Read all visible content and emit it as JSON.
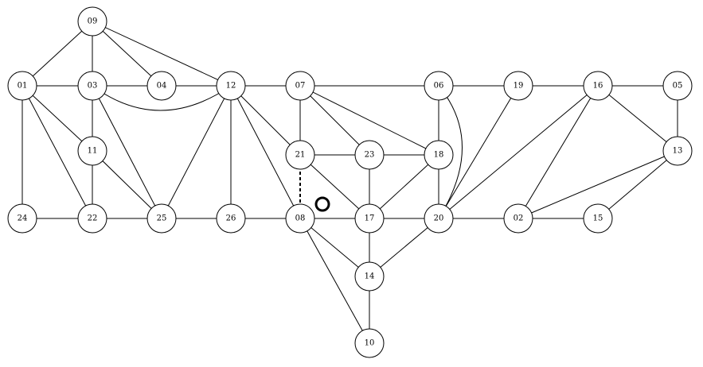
{
  "graph": {
    "colors": {
      "stroke": "#000000",
      "node_fill": "#ffffff",
      "background": "#ffffff"
    },
    "nodes": [
      {
        "id": "09",
        "label": "09"
      },
      {
        "id": "01",
        "label": "01"
      },
      {
        "id": "03",
        "label": "03"
      },
      {
        "id": "04",
        "label": "04"
      },
      {
        "id": "12",
        "label": "12"
      },
      {
        "id": "07",
        "label": "07"
      },
      {
        "id": "06",
        "label": "06"
      },
      {
        "id": "19",
        "label": "19"
      },
      {
        "id": "16",
        "label": "16"
      },
      {
        "id": "05",
        "label": "05"
      },
      {
        "id": "11",
        "label": "11"
      },
      {
        "id": "21",
        "label": "21"
      },
      {
        "id": "23",
        "label": "23"
      },
      {
        "id": "18",
        "label": "18"
      },
      {
        "id": "13",
        "label": "13"
      },
      {
        "id": "24",
        "label": "24"
      },
      {
        "id": "22",
        "label": "22"
      },
      {
        "id": "25",
        "label": "25"
      },
      {
        "id": "26",
        "label": "26"
      },
      {
        "id": "08",
        "label": "08"
      },
      {
        "id": "17",
        "label": "17"
      },
      {
        "id": "20",
        "label": "20"
      },
      {
        "id": "02",
        "label": "02"
      },
      {
        "id": "15",
        "label": "15"
      },
      {
        "id": "14",
        "label": "14"
      },
      {
        "id": "10",
        "label": "10"
      }
    ],
    "edges": [
      {
        "from": "09",
        "to": "01"
      },
      {
        "from": "09",
        "to": "03"
      },
      {
        "from": "09",
        "to": "04"
      },
      {
        "from": "09",
        "to": "12"
      },
      {
        "from": "01",
        "to": "03"
      },
      {
        "from": "01",
        "to": "11"
      },
      {
        "from": "01",
        "to": "22"
      },
      {
        "from": "01",
        "to": "24"
      },
      {
        "from": "03",
        "to": "04"
      },
      {
        "from": "04",
        "to": "12"
      },
      {
        "from": "03",
        "to": "11"
      },
      {
        "from": "03",
        "to": "25"
      },
      {
        "from": "03",
        "to": "12",
        "curved": true
      },
      {
        "from": "11",
        "to": "22"
      },
      {
        "from": "11",
        "to": "25"
      },
      {
        "from": "12",
        "to": "07"
      },
      {
        "from": "12",
        "to": "25"
      },
      {
        "from": "12",
        "to": "26"
      },
      {
        "from": "12",
        "to": "21"
      },
      {
        "from": "12",
        "to": "08"
      },
      {
        "from": "24",
        "to": "22"
      },
      {
        "from": "22",
        "to": "25"
      },
      {
        "from": "25",
        "to": "26"
      },
      {
        "from": "26",
        "to": "08"
      },
      {
        "from": "07",
        "to": "06"
      },
      {
        "from": "07",
        "to": "21"
      },
      {
        "from": "07",
        "to": "23"
      },
      {
        "from": "07",
        "to": "18"
      },
      {
        "from": "21",
        "to": "23"
      },
      {
        "from": "21",
        "to": "17"
      },
      {
        "from": "21",
        "to": "08",
        "dashed": true
      },
      {
        "from": "23",
        "to": "18"
      },
      {
        "from": "23",
        "to": "17"
      },
      {
        "from": "06",
        "to": "19"
      },
      {
        "from": "06",
        "to": "18"
      },
      {
        "from": "06",
        "to": "20",
        "curved": true
      },
      {
        "from": "19",
        "to": "16"
      },
      {
        "from": "19",
        "to": "20"
      },
      {
        "from": "16",
        "to": "05"
      },
      {
        "from": "16",
        "to": "13"
      },
      {
        "from": "16",
        "to": "20"
      },
      {
        "from": "16",
        "to": "02"
      },
      {
        "from": "05",
        "to": "13"
      },
      {
        "from": "13",
        "to": "02"
      },
      {
        "from": "13",
        "to": "15"
      },
      {
        "from": "18",
        "to": "17"
      },
      {
        "from": "18",
        "to": "20"
      },
      {
        "from": "08",
        "to": "17"
      },
      {
        "from": "08",
        "to": "14"
      },
      {
        "from": "08",
        "to": "10"
      },
      {
        "from": "17",
        "to": "20"
      },
      {
        "from": "17",
        "to": "14"
      },
      {
        "from": "20",
        "to": "14"
      },
      {
        "from": "20",
        "to": "02"
      },
      {
        "from": "02",
        "to": "15"
      },
      {
        "from": "14",
        "to": "10"
      }
    ],
    "marker": {
      "near": "08",
      "shape": "ring"
    }
  }
}
